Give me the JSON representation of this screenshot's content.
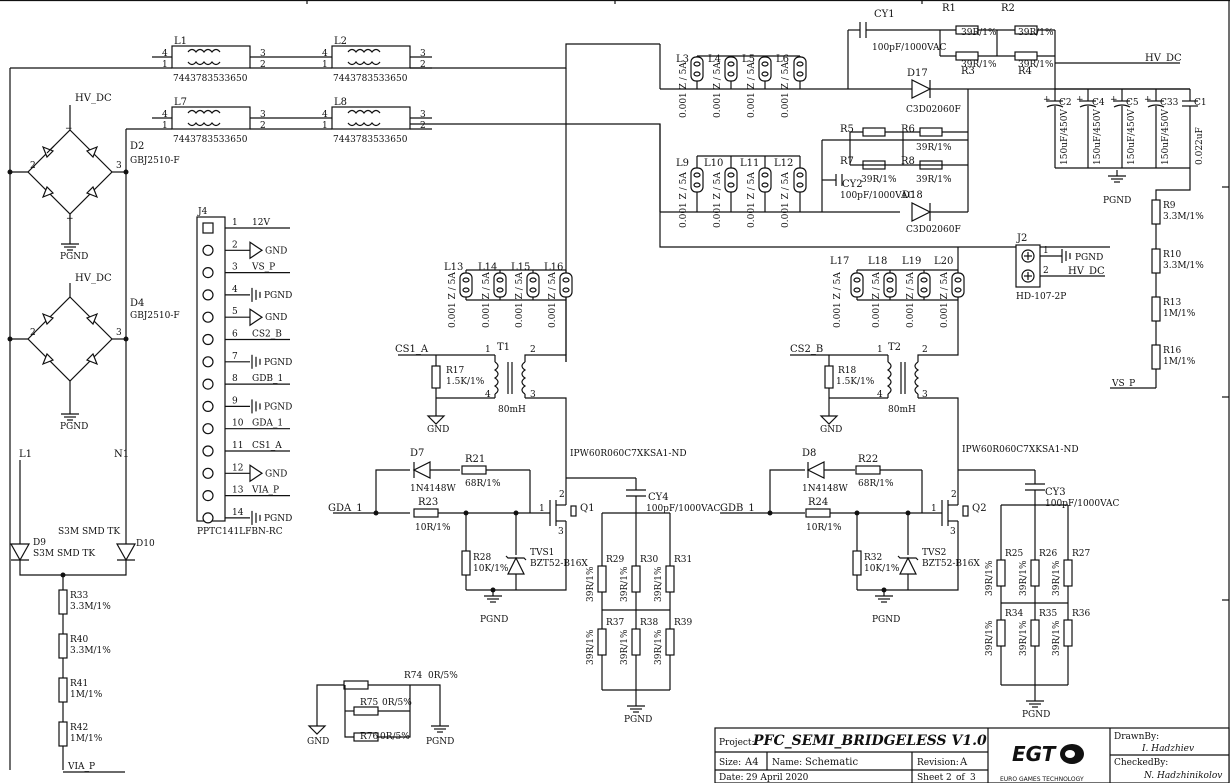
{
  "net_labels": {
    "hv_dc_1": "HV_DC",
    "hv_dc_2": "HV_DC",
    "hv_dc_top": "HV_DC",
    "hv_dc_conn": "HV_DC",
    "pgnd_1": "PGND",
    "pgnd_2": "PGND",
    "pgnd_caps": "PGND",
    "pgnd_j2": "PGND",
    "pgnd_r28": "PGND",
    "pgnd_r32": "PGND",
    "pgnd_r74": "PGND",
    "gnd_r17": "GND",
    "gnd_r18": "GND",
    "gnd_left": "GND",
    "l1": "L1",
    "n1": "N1",
    "via_p": "VIA_P",
    "vs_p": "VS_P",
    "cs1_a": "CS1_A",
    "cs2_b": "CS2_B",
    "gda_1": "GDA_1",
    "gdb_1": "GDB_1",
    "ipw1": "IPW60R060C7XKSA1-ND",
    "ipw2": "IPW60R060C7XKSA1-ND"
  },
  "inductors": {
    "l1": {
      "ref": "L1",
      "part": "7443783533650"
    },
    "l2": {
      "ref": "L2",
      "part": "7443783533650"
    },
    "l7": {
      "ref": "L7",
      "part": "7443783533650"
    },
    "l8": {
      "ref": "L8",
      "part": "7443783533650"
    }
  },
  "bridges": {
    "d2": {
      "ref": "D2",
      "part": "GBJ2510-F"
    },
    "d4": {
      "ref": "D4",
      "part": "GBJ2510-F"
    }
  },
  "ferrites_top": [
    "L3",
    "L4",
    "L5",
    "L6"
  ],
  "ferrites_mid": [
    "L9",
    "L10",
    "L11",
    "L12"
  ],
  "ferrites_left": [
    "L13",
    "L14",
    "L15",
    "L16"
  ],
  "ferrites_right": [
    "L17",
    "L18",
    "L19",
    "L20"
  ],
  "ferrite_value": "0.001 Z / 5A",
  "top_caps": {
    "cy1": {
      "ref": "CY1",
      "value": "100pF/1000VAC"
    },
    "cy2": {
      "ref": "CY2",
      "value": "100pF/1000VAC"
    }
  },
  "top_resistors": {
    "r1": "R1",
    "r2": "R2",
    "r3": "R3",
    "r4": "R4",
    "r5": "R5",
    "r6": "R6",
    "r7": "R7",
    "r8": "R8",
    "value": "39R/1%"
  },
  "diodes_fast": {
    "d17": {
      "ref": "D17",
      "part": "C3D02060F"
    },
    "d18": {
      "ref": "D18",
      "part": "C3D02060F"
    }
  },
  "bulk_caps": [
    {
      "ref": "C2",
      "value": "150uF/450V"
    },
    {
      "ref": "C4",
      "value": "150uF/450V"
    },
    {
      "ref": "C5",
      "value": "150uF/450V"
    },
    {
      "ref": "C33",
      "value": "150uF/450V"
    },
    {
      "ref": "C1",
      "value": "0.022uF"
    }
  ],
  "divider_right": [
    {
      "ref": "R9",
      "value": "3.3M/1%"
    },
    {
      "ref": "R10",
      "value": "3.3M/1%"
    },
    {
      "ref": "R13",
      "value": "1M/1%"
    },
    {
      "ref": "R16",
      "value": "1M/1%"
    }
  ],
  "divider_left": [
    {
      "ref": "R33",
      "value": "3.3M/1%"
    },
    {
      "ref": "R40",
      "value": "3.3M/1%"
    },
    {
      "ref": "R41",
      "value": "1M/1%"
    },
    {
      "ref": "R42",
      "value": "1M/1%"
    }
  ],
  "j2": {
    "ref": "J2",
    "part": "HD-107-2P",
    "pin1": "1",
    "pin2": "2"
  },
  "j4": {
    "ref": "J4",
    "part": "PPTC141LFBN-RC",
    "pins": [
      {
        "num": "1",
        "net": "12V"
      },
      {
        "num": "2",
        "net": "GND"
      },
      {
        "num": "3",
        "net": "VS_P"
      },
      {
        "num": "4",
        "net": "PGND"
      },
      {
        "num": "5",
        "net": "GND"
      },
      {
        "num": "6",
        "net": "CS2_B"
      },
      {
        "num": "7",
        "net": "PGND"
      },
      {
        "num": "8",
        "net": "GDB_1"
      },
      {
        "num": "9",
        "net": "PGND"
      },
      {
        "num": "10",
        "net": "GDA_1"
      },
      {
        "num": "11",
        "net": "CS1_A"
      },
      {
        "num": "12",
        "net": "GND"
      },
      {
        "num": "13",
        "net": "VIA_P"
      },
      {
        "num": "14",
        "net": "PGND"
      }
    ]
  },
  "slow_diodes": {
    "d9": {
      "ref": "D9",
      "part": "S3M SMD TK"
    },
    "d10": {
      "ref": "D10",
      "part": "S3M SMD TK"
    }
  },
  "transformers": {
    "t1": {
      "ref": "T1",
      "value": "80mH"
    },
    "t2": {
      "ref": "T2",
      "value": "80mH"
    }
  },
  "sense_resistors": {
    "r17": {
      "ref": "R17",
      "value": "1.5K/1%"
    },
    "r18": {
      "ref": "R18",
      "value": "1.5K/1%"
    }
  },
  "gate_a": {
    "d7": {
      "ref": "D7",
      "part": "1N4148W"
    },
    "r21": {
      "ref": "R21",
      "value": "68R/1%"
    },
    "r23": {
      "ref": "R23",
      "value": "10R/1%"
    },
    "r28": {
      "ref": "R28",
      "value": "10K/1%"
    },
    "tvs": {
      "ref": "TVS1",
      "part": "BZT52-B16X"
    },
    "q": {
      "ref": "Q1"
    },
    "cy": {
      "ref": "CY4",
      "value": "100pF/1000VAC"
    }
  },
  "gate_b": {
    "d8": {
      "ref": "D8",
      "part": "1N4148W"
    },
    "r22": {
      "ref": "R22",
      "value": "68R/1%"
    },
    "r24": {
      "ref": "R24",
      "value": "10R/1%"
    },
    "r32": {
      "ref": "R32",
      "value": "10K/1%"
    },
    "tvs": {
      "ref": "TVS2",
      "part": "BZT52-B16X"
    },
    "q": {
      "ref": "Q2"
    },
    "cy": {
      "ref": "CY3",
      "value": "100pF/1000VAC"
    }
  },
  "snubber_a": [
    "R29",
    "R30",
    "R31",
    "R37",
    "R38",
    "R39"
  ],
  "snubber_b": [
    "R25",
    "R26",
    "R27",
    "R34",
    "R35",
    "R36"
  ],
  "snubber_value": "39R/1%",
  "bottom_resistors": {
    "r74": {
      "ref": "R74",
      "value": "0R/5%"
    },
    "r75": {
      "ref": "R75",
      "value": "0R/5%"
    },
    "r76": {
      "ref": "R76",
      "value": "0R/5%"
    }
  },
  "title_block": {
    "project_label": "Project:",
    "project": "PFC_SEMI_BRIDGELESS V1.0",
    "size_label": "Size:",
    "size": "A4",
    "name_label": "Name:",
    "name": "Schematic",
    "revision_label": "Revision:",
    "revision": "A",
    "date_label": "Date:",
    "date": "29 April 2020",
    "sheet_label": "Sheet",
    "sheet": "2",
    "sheet_of": "of",
    "sheet_total": "3",
    "logo": "EGT",
    "company": "EURO GAMES TECHNOLOGY",
    "drawn_label": "DrawnBy:",
    "drawn": "I. Hadzhiev",
    "checked_label": "CheckedBy:",
    "checked": "N. Hadzhinikolov"
  }
}
